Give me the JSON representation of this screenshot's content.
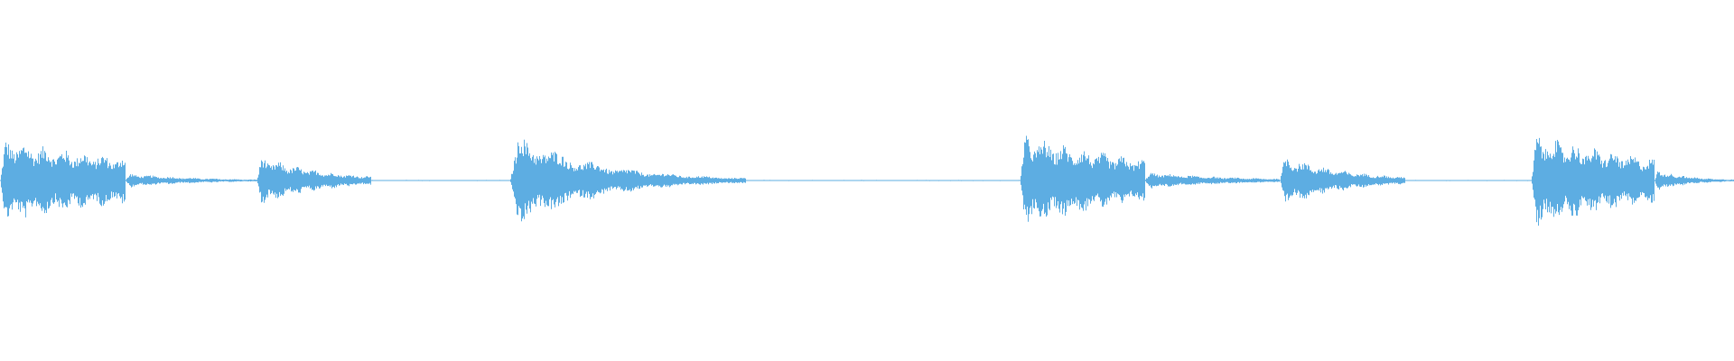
{
  "waveform": {
    "color": "#5dade2",
    "background": "#ffffff",
    "baseline_color": "#5dade2",
    "clips": [
      {
        "start": 0.0,
        "end": 0.072,
        "amp": 0.34,
        "decay": 0.15
      },
      {
        "start": 0.072,
        "end": 0.148,
        "amp": 0.06,
        "decay": 0.5
      },
      {
        "start": 0.148,
        "end": 0.214,
        "amp": 0.21,
        "decay": 0.45
      },
      {
        "start": 0.294,
        "end": 0.43,
        "amp": 0.42,
        "decay": 0.75
      },
      {
        "start": 0.588,
        "end": 0.66,
        "amp": 0.38,
        "decay": 0.2
      },
      {
        "start": 0.66,
        "end": 0.738,
        "amp": 0.07,
        "decay": 0.4
      },
      {
        "start": 0.738,
        "end": 0.81,
        "amp": 0.22,
        "decay": 0.5
      },
      {
        "start": 0.883,
        "end": 0.954,
        "amp": 0.39,
        "decay": 0.2
      },
      {
        "start": 0.954,
        "end": 1.0,
        "amp": 0.09,
        "decay": 0.6
      }
    ]
  }
}
